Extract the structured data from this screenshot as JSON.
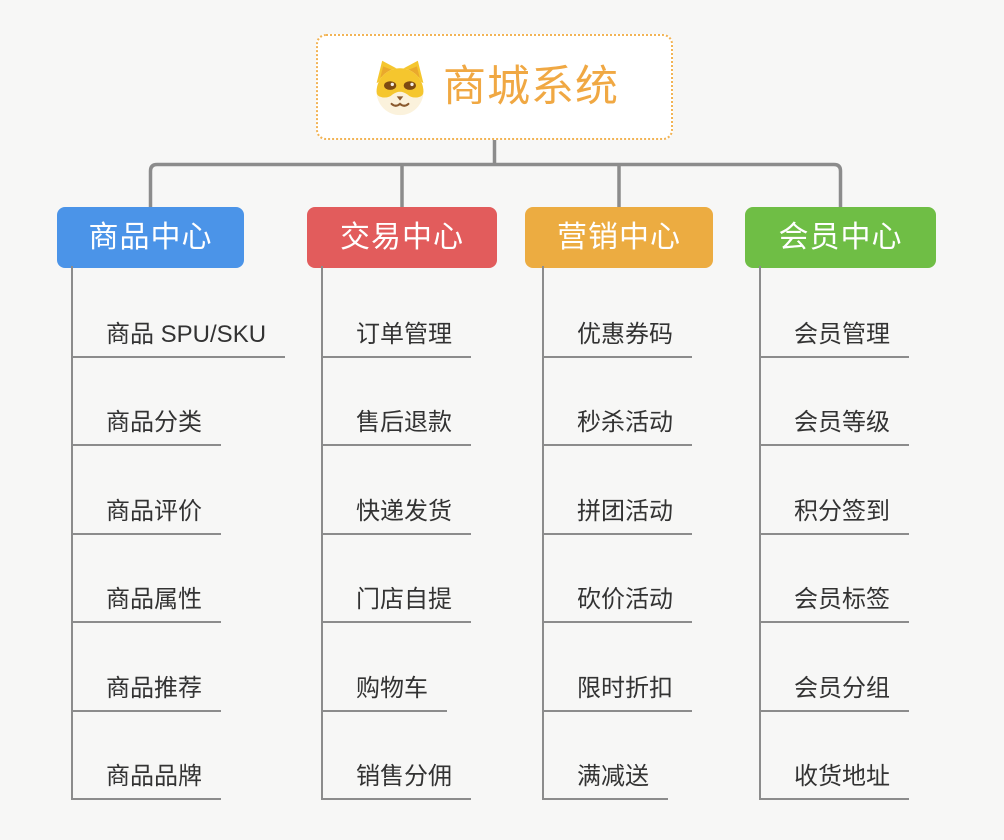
{
  "root": {
    "title": "商城系统",
    "icon": "shiba-dog-icon",
    "title_color": "#f0a843",
    "border_color": "#f2b455"
  },
  "branches": [
    {
      "id": "product-center",
      "label": "商品中心",
      "color": "#4b94e8",
      "items": [
        "商品 SPU/SKU",
        "商品分类",
        "商品评价",
        "商品属性",
        "商品推荐",
        "商品品牌"
      ]
    },
    {
      "id": "trade-center",
      "label": "交易中心",
      "color": "#e25c5c",
      "items": [
        "订单管理",
        "售后退款",
        "快递发货",
        "门店自提",
        "购物车",
        "销售分佣"
      ]
    },
    {
      "id": "marketing-center",
      "label": "营销中心",
      "color": "#ecac41",
      "items": [
        "优惠券码",
        "秒杀活动",
        "拼团活动",
        "砍价活动",
        "限时折扣",
        "满减送"
      ]
    },
    {
      "id": "member-center",
      "label": "会员中心",
      "color": "#6fbe45",
      "items": [
        "会员管理",
        "会员等级",
        "积分签到",
        "会员标签",
        "会员分组",
        "收货地址"
      ]
    }
  ],
  "colors": {
    "connector": "#8c8c8c",
    "background": "#f7f7f6",
    "item_text": "#333333"
  }
}
